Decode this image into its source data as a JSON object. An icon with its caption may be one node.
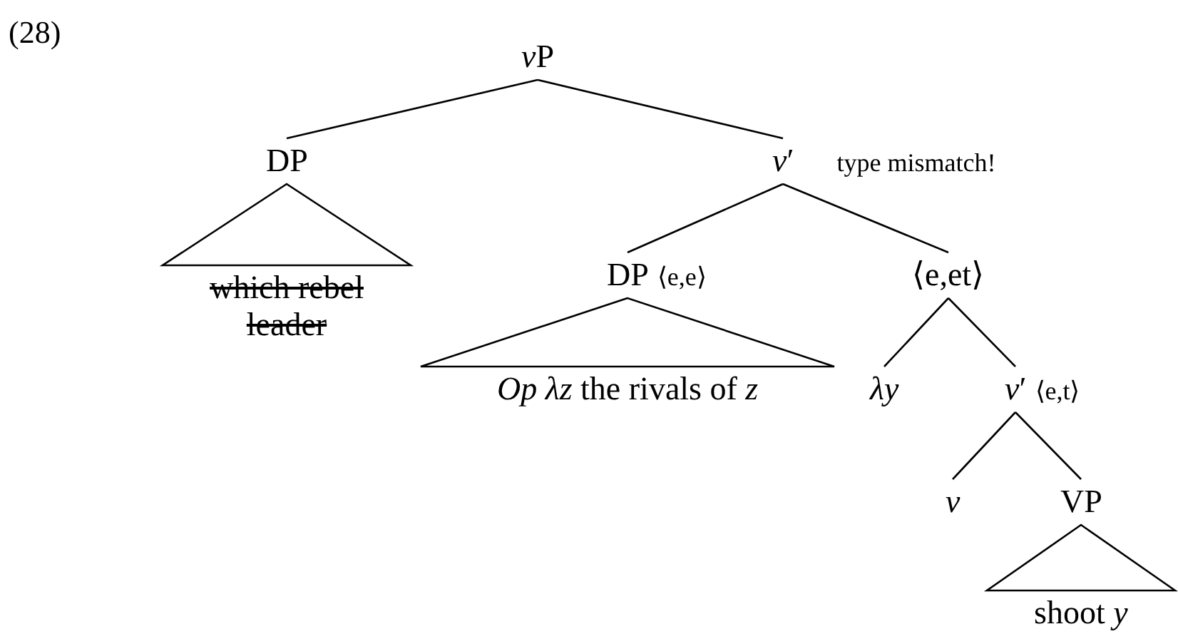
{
  "diagram": {
    "nodes": [
      {
        "text": [
          "vP"
        ]
      },
      {
        "text": [
          "DP"
        ]
      },
      {
        "text": [
          "which rebel leader"
        ]
      },
      {
        "text": [
          "*v*′"
        ],
        "beside": [
          "type mismatch!"
        ]
      },
      {
        "text": [
          "DP"
        ],
        "beside": [
          "⟨e,e⟩"
        ]
      },
      {
        "text": [
          "*Op* *λz* the rivals of *z*"
        ]
      },
      {
        "text": [
          "⟨e,et⟩"
        ]
      },
      {
        "text": [
          "λy"
        ]
      },
      {
        "text": [
          "*v*′"
        ],
        "beside": [
          "⟨e,t⟩"
        ]
      },
      {
        "text": [
          "v"
        ]
      },
      {
        "text": [
          "VP"
        ]
      },
      {
        "text": [
          "shoot *y*"
        ]
      }
    ],
    "edges": [
      {
        "from": 0,
        "to": 1,
        "arrow": "none"
      },
      {
        "from": 0,
        "to": 3,
        "arrow": "none"
      },
      {
        "from": 1,
        "to": 2,
        "arrow": "none"
      },
      {
        "from": 3,
        "to": 4,
        "arrow": "none"
      },
      {
        "from": 3,
        "to": 6,
        "arrow": "none"
      },
      {
        "from": 4,
        "to": 5,
        "arrow": "none"
      },
      {
        "from": 6,
        "to": 7,
        "arrow": "none"
      },
      {
        "from": 6,
        "to": 8,
        "arrow": "none"
      },
      {
        "from": 8,
        "to": 9,
        "arrow": "none"
      },
      {
        "from": 8,
        "to": 10,
        "arrow": "none"
      },
      {
        "from": 10,
        "to": 11,
        "arrow": "none"
      }
    ],
    "labels": [
      "(28)"
    ]
  }
}
